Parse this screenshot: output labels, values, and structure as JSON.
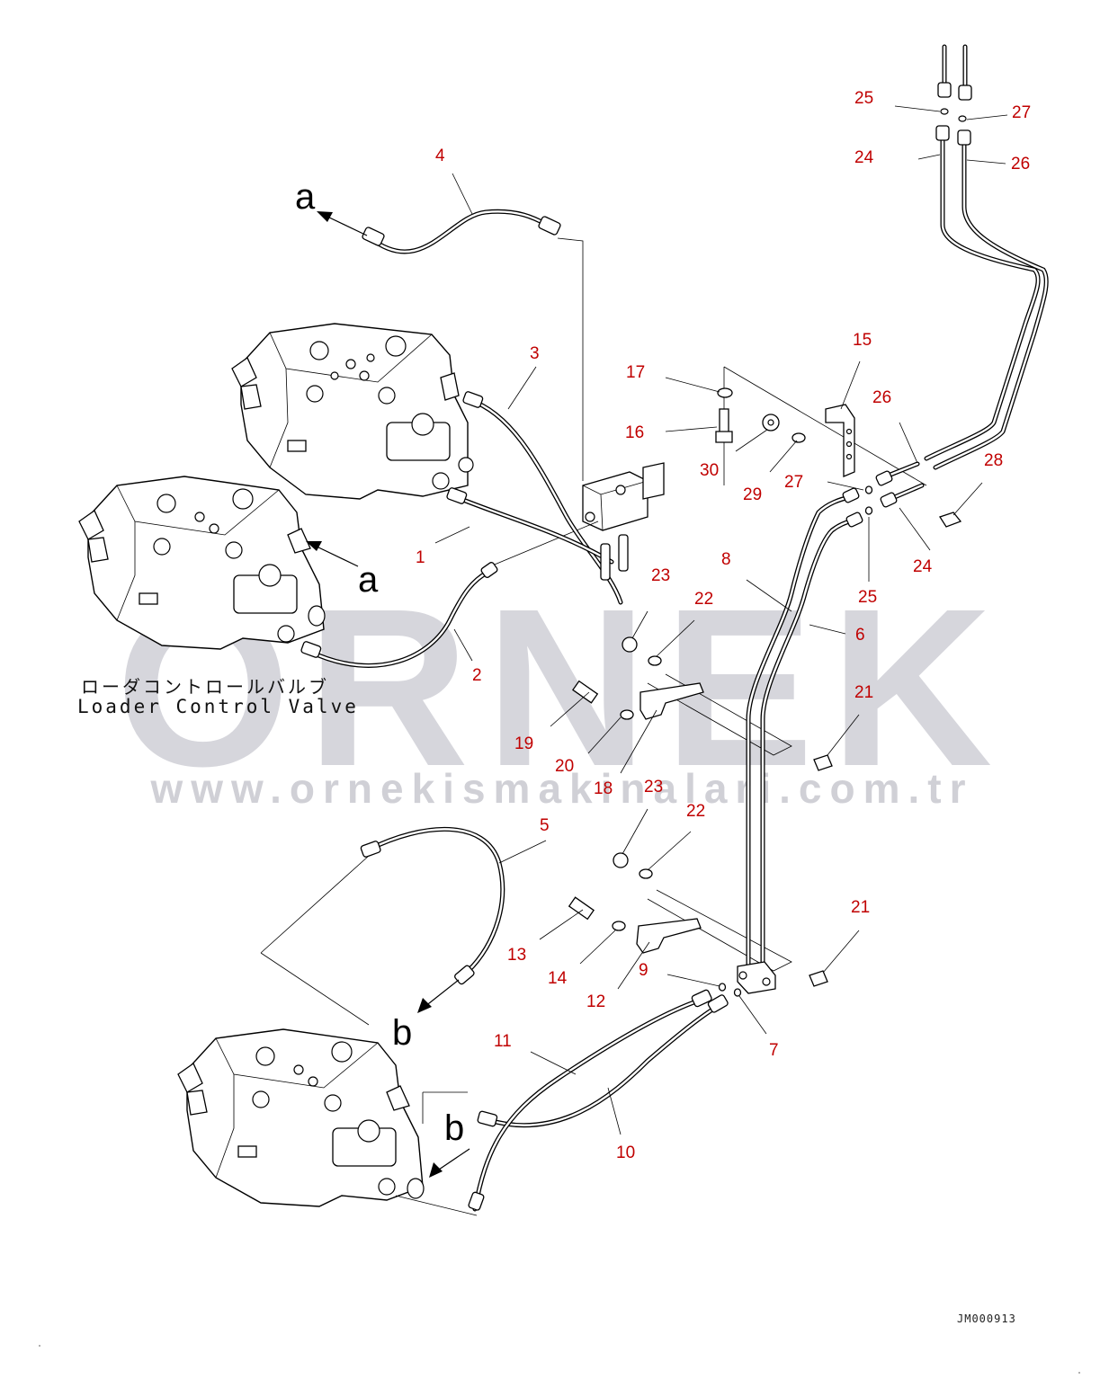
{
  "watermark": {
    "brand": "ORNEK",
    "url": "www.ornekismakinalari.com.tr"
  },
  "caption": {
    "japanese": "ローダコントロールバルブ",
    "english": "Loader Control Valve"
  },
  "document_code": "JM000913",
  "view_letters": {
    "a": "a",
    "b": "b"
  },
  "part_numbers": {
    "p1": "1",
    "p2": "2",
    "p3": "3",
    "p4": "4",
    "p5": "5",
    "p6": "6",
    "p7": "7",
    "p8": "8",
    "p9": "9",
    "p10": "10",
    "p11": "11",
    "p12": "12",
    "p13": "13",
    "p14": "14",
    "p15": "15",
    "p16": "16",
    "p17": "17",
    "p18": "18",
    "p19": "19",
    "p20": "20",
    "p21": "21",
    "p22": "22",
    "p23": "23",
    "p24": "24",
    "p25": "25",
    "p26": "26",
    "p27": "27",
    "p28": "28",
    "p29": "29",
    "p30": "30"
  },
  "colors": {
    "label": "#c00000",
    "line": "#000000",
    "watermark": "#d6d6dc"
  }
}
